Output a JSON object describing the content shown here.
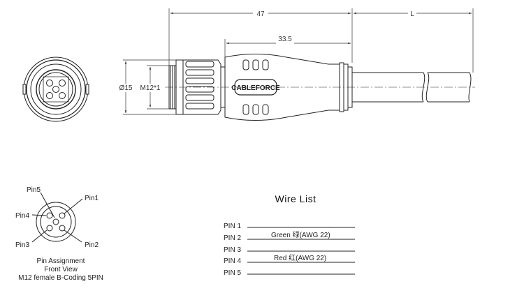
{
  "dimensions": {
    "overall_length": "47",
    "body_length": "33.5",
    "cable_length": "L",
    "outer_diameter": "Ø15",
    "thread": "M12*1"
  },
  "connector": {
    "brand_label": "CABLEFORCE"
  },
  "pin_assignment": {
    "pins": [
      "Pin5",
      "Pin1",
      "Pin4",
      "Pin3",
      "Pin2"
    ],
    "caption_line1": "Pin  Assignment",
    "caption_line2": "Front  View",
    "caption_line3": "M12 female B-Coding 5PIN"
  },
  "wire_list": {
    "title": "Wire  List",
    "rows": [
      {
        "pin": "PIN 1",
        "wire": ""
      },
      {
        "pin": "PIN 2",
        "wire": "Green  绿(AWG 22)"
      },
      {
        "pin": "PIN 3",
        "wire": ""
      },
      {
        "pin": "PIN 4",
        "wire": "Red      红(AWG 22)"
      },
      {
        "pin": "PIN 5",
        "wire": ""
      }
    ]
  }
}
